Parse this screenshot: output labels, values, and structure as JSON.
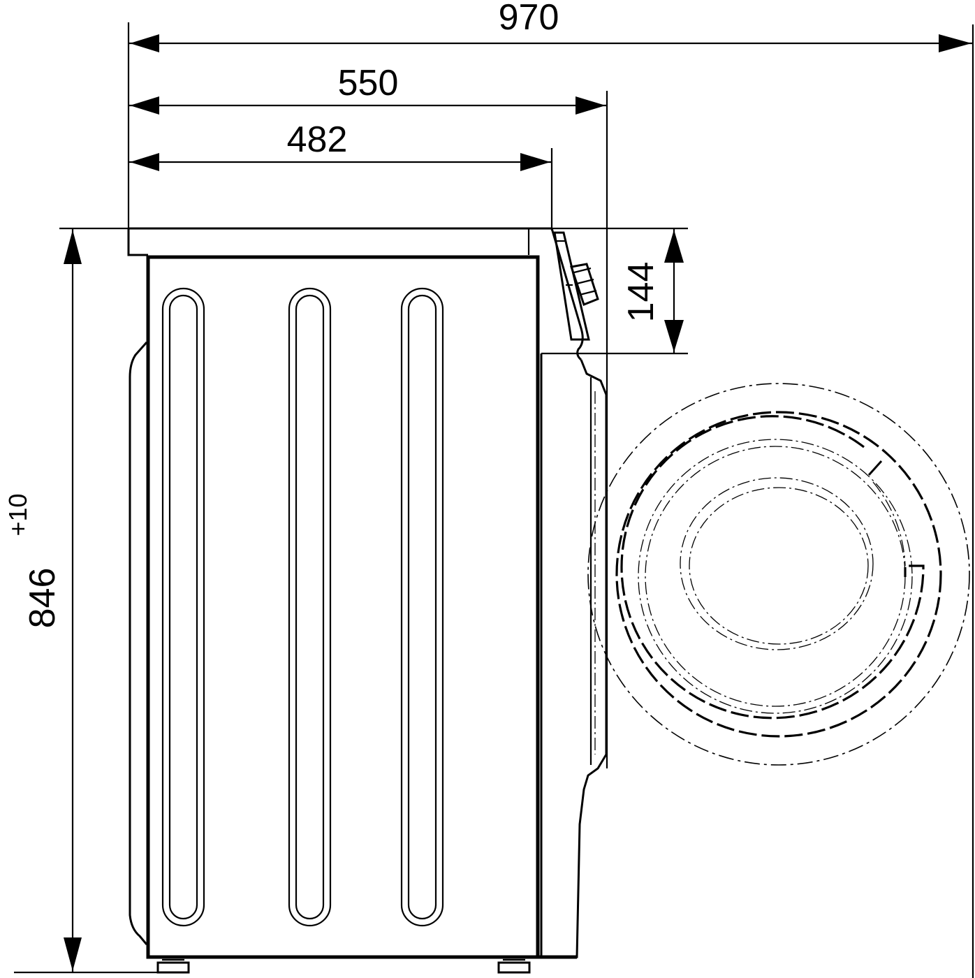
{
  "drawing": {
    "subject": "washing machine side view with door swing",
    "units": "mm",
    "colors": {
      "line": "#000000",
      "background": "#ffffff"
    }
  },
  "dimensions": {
    "total_depth_door_open": {
      "value": "970",
      "orientation": "horizontal"
    },
    "depth_with_door": {
      "value": "550",
      "orientation": "horizontal"
    },
    "body_depth": {
      "value": "482",
      "orientation": "horizontal"
    },
    "control_panel_height": {
      "value": "144",
      "orientation": "vertical"
    },
    "height": {
      "value": "846",
      "tolerance": "+10",
      "orientation": "vertical"
    }
  },
  "parts": {
    "top_lid": "top-panel",
    "side_panel": "cabinet-side",
    "ribs": [
      "rib-1",
      "rib-2",
      "rib-3"
    ],
    "control_knob": "program-knob",
    "door": "front-door",
    "door_swing": "door-open-circle",
    "feet": [
      "rear-foot",
      "front-foot"
    ]
  }
}
